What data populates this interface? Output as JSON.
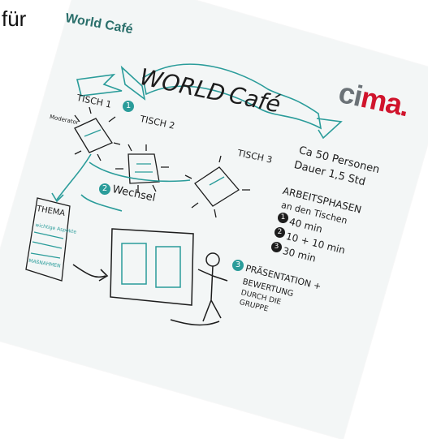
{
  "leading_text": "für",
  "card": {
    "header": "World Café",
    "logo_left": "ci",
    "logo_right": "ma."
  },
  "diagram": {
    "banner_left": "WORLD",
    "banner_right": "Café",
    "step1_num": "1",
    "table1": "TISCH 1",
    "moderator": "Moderator",
    "table2": "TISCH 2",
    "table3": "TISCH 3",
    "step2_num": "2",
    "wechsel": "Wechsel",
    "thema": "THEMA",
    "notes": [
      "wichtige Aspekte",
      "MAßNAHMEN"
    ],
    "info": [
      "Ca 50 Personen",
      "Dauer 1,5 Std"
    ],
    "phases_title": [
      "ARBEITSPHASEN",
      "an den Tischen"
    ],
    "phases": [
      {
        "num": "1",
        "text": "40 min"
      },
      {
        "num": "2",
        "text": "10 + 10 min"
      },
      {
        "num": "3",
        "text": "30 min"
      }
    ],
    "step3_num": "3",
    "step3": [
      "PRÄSENTATION +",
      "BEWERTUNG",
      "DURCH DIE",
      "GRUPPE"
    ]
  },
  "colors": {
    "teal": "#2a9c9a",
    "ink": "#1d1d1d",
    "logo_red": "#d0142c",
    "logo_grey": "#6b7277"
  }
}
